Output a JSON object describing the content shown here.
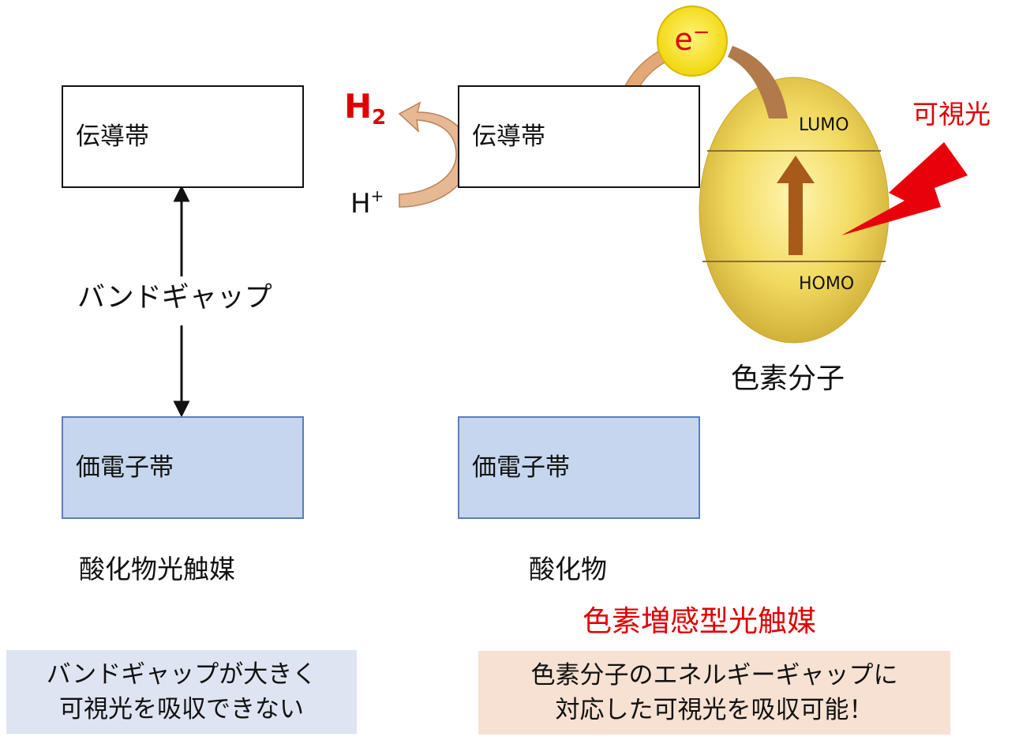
{
  "left_panel": {
    "conduction_band": "伝導帯",
    "band_gap": "バンドギャップ",
    "valence_band": "価電子帯",
    "caption": "酸化物光触媒",
    "note_line1": "バンドギャップが大きく",
    "note_line2": "可視光を吸収できない"
  },
  "right_panel": {
    "conduction_band": "伝導帯",
    "valence_band": "価電子帯",
    "caption": "酸化物",
    "title": "色素増感型光触媒",
    "h2_main": "H",
    "h2_sub": "2",
    "h_plus_main": "H",
    "h_plus_sup": "+",
    "electron_main": "e",
    "electron_sup": "−",
    "lumo": "LUMO",
    "homo": "HOMO",
    "dye_caption": "色素分子",
    "light_label": "可視光",
    "note_line1": "色素分子のエネルギーギャップに",
    "note_line2": "対応した可視光を吸収可能！"
  },
  "colors": {
    "accent_red": "#e00000",
    "valence_fill": "#c5d6ee",
    "electron_fill": "#f4e21a",
    "dye_fill": "#f0d860",
    "lightning": "#e8000a",
    "orange_arrow": "#e3a070",
    "brown_arrow": "#b07a4a",
    "excitation_arrow": "#a85a1a"
  },
  "icons": {
    "lightning": "lightning-bolt-icon",
    "band_gap_arrow": "double-headed-arrow-icon"
  }
}
